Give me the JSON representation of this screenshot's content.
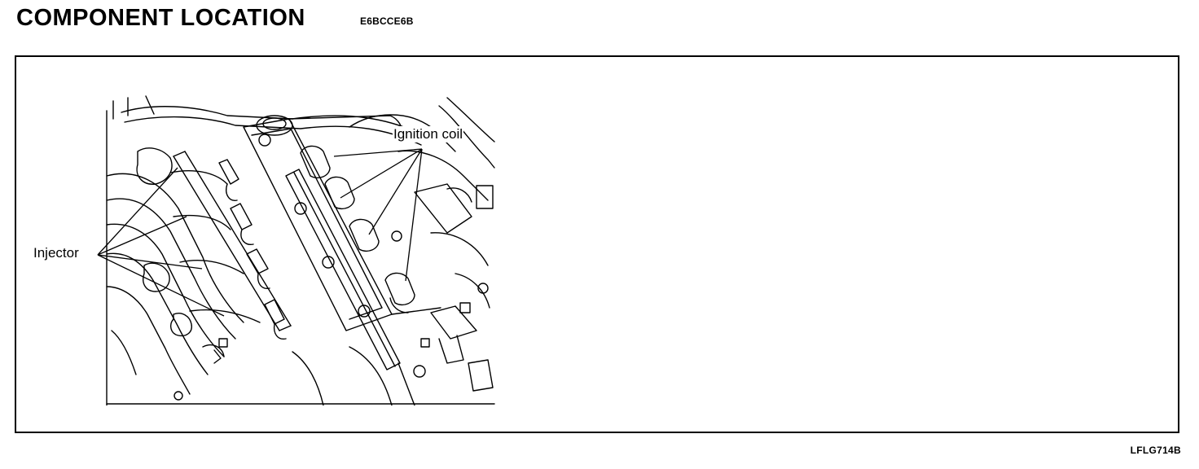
{
  "header": {
    "title": "COMPONENT LOCATION",
    "code": "E6BCCE6B"
  },
  "figure": {
    "labels": {
      "injector": "Injector",
      "ignition_coil": "Ignition coil"
    },
    "figure_code": "LFLG714B"
  }
}
